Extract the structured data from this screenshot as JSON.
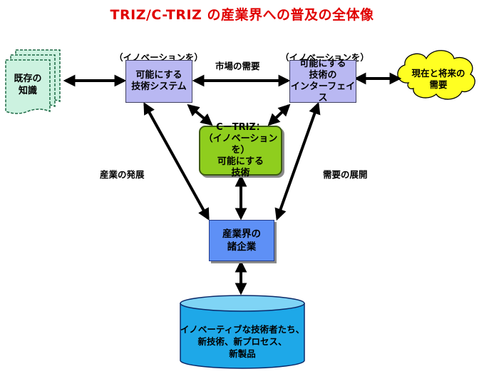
{
  "title": "TRIZ/C-TRIZ の産業界への普及の全体像",
  "colors": {
    "title": "#e00000",
    "tech_box": "#b9b8f2",
    "ctriz_box": "#8fce1e",
    "industry_box": "#5e90f6",
    "cylinder": "#1ea8e8",
    "knowledge_doc": "#ccf2e0",
    "future_cloud": "#ffff22"
  },
  "nodes": {
    "knowledge": {
      "line1": "既存の",
      "line2": "知識"
    },
    "tech_system": {
      "note": "（イノベーションを）",
      "line1": "可能にする",
      "line2": "技術システム"
    },
    "interface": {
      "note": "（イノベーションを）",
      "line1": "可能にする",
      "line2": "技術の",
      "line3": "インターフェイス"
    },
    "future": {
      "line1": "現在と将来の",
      "line2": "需要"
    },
    "ctriz": {
      "line1": "C－TRIZ：",
      "line2": "（イノベーションを）",
      "line3": "可能にする",
      "line4": "技術"
    },
    "industry": {
      "line1": "産業界の",
      "line2": "諸企業"
    },
    "innovators": {
      "line1": "イノベーティブな技術者たち、",
      "line2": "新技術、新プロセス、",
      "line3": "新製品"
    }
  },
  "edge_labels": {
    "market_demand": "市場の需要",
    "industry_growth": "産業の発展",
    "demand_expansion": "需要の展開"
  }
}
